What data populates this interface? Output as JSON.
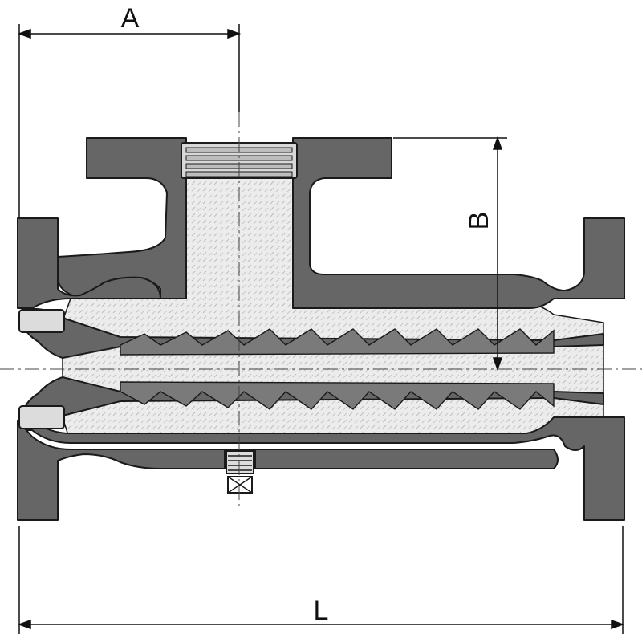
{
  "dimensions": {
    "a_label": "A",
    "b_label": "B",
    "l_label": "L"
  },
  "colors": {
    "body_metal": "#666666",
    "fill_medium": "#e6e6e6",
    "outline": "#1a1a1a",
    "screw": "#b8b8b8",
    "background": "#ffffff"
  }
}
